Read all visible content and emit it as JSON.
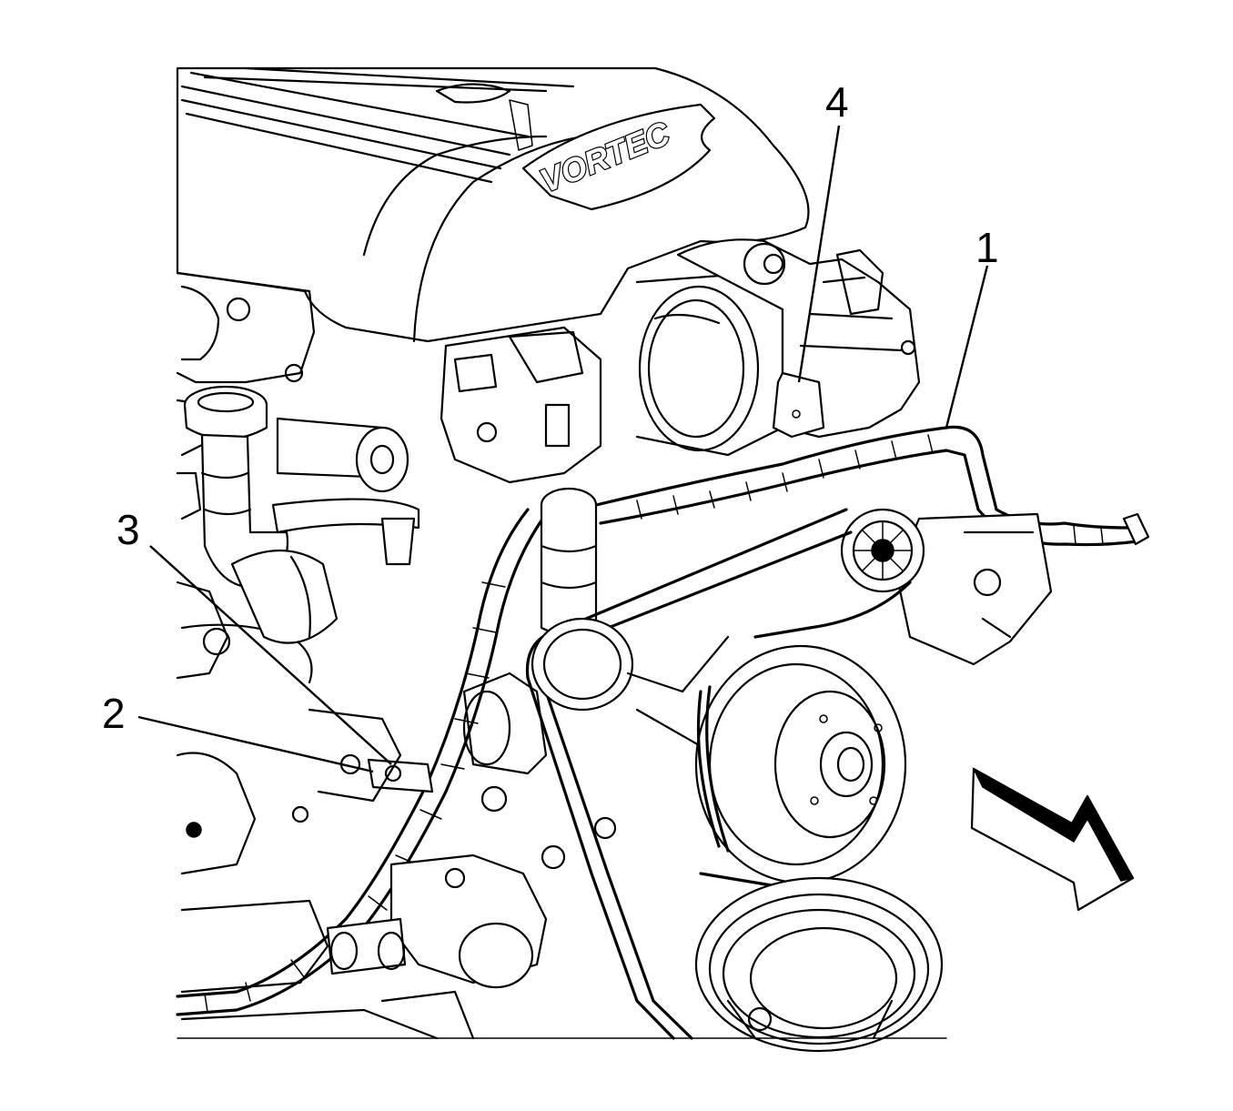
{
  "callouts": [
    {
      "id": "1",
      "label": "1"
    },
    {
      "id": "2",
      "label": "2"
    },
    {
      "id": "3",
      "label": "3"
    },
    {
      "id": "4",
      "label": "4"
    }
  ],
  "cover_logo": "VORTEC",
  "direction_arrow_icon": "forward-arrow-icon"
}
